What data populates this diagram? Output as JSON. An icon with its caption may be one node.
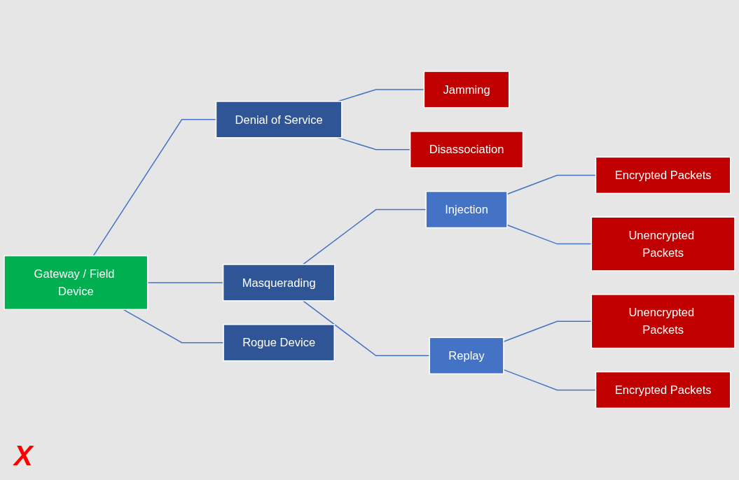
{
  "diagram": {
    "nodes": [
      {
        "text": [
          "Gateway / Field Device"
        ]
      },
      {
        "text": [
          "Denial of Service"
        ]
      },
      {
        "text": [
          "Jamming"
        ]
      },
      {
        "text": [
          "Disassociation"
        ]
      },
      {
        "text": [
          "Masquerading"
        ]
      },
      {
        "text": [
          "Injection"
        ]
      },
      {
        "text": [
          "Encrypted Packets"
        ]
      },
      {
        "text": [
          "Unencrypted Packets"
        ]
      },
      {
        "text": [
          "Replay"
        ]
      },
      {
        "text": [
          "Unencrypted Packets"
        ]
      },
      {
        "text": [
          "Encrypted Packets"
        ]
      },
      {
        "text": [
          "Rogue Device"
        ]
      }
    ],
    "edges": [
      {
        "from": 0,
        "to": 1,
        "arrow": "none"
      },
      {
        "from": 1,
        "to": 2,
        "arrow": "none"
      },
      {
        "from": 1,
        "to": 3,
        "arrow": "none"
      },
      {
        "from": 0,
        "to": 4,
        "arrow": "none"
      },
      {
        "from": 4,
        "to": 5,
        "arrow": "none"
      },
      {
        "from": 5,
        "to": 6,
        "arrow": "none"
      },
      {
        "from": 5,
        "to": 7,
        "arrow": "none"
      },
      {
        "from": 4,
        "to": 8,
        "arrow": "none"
      },
      {
        "from": 8,
        "to": 9,
        "arrow": "none"
      },
      {
        "from": 8,
        "to": 10,
        "arrow": "none"
      },
      {
        "from": 0,
        "to": 11,
        "arrow": "none"
      }
    ],
    "labels": [
      "X"
    ]
  }
}
